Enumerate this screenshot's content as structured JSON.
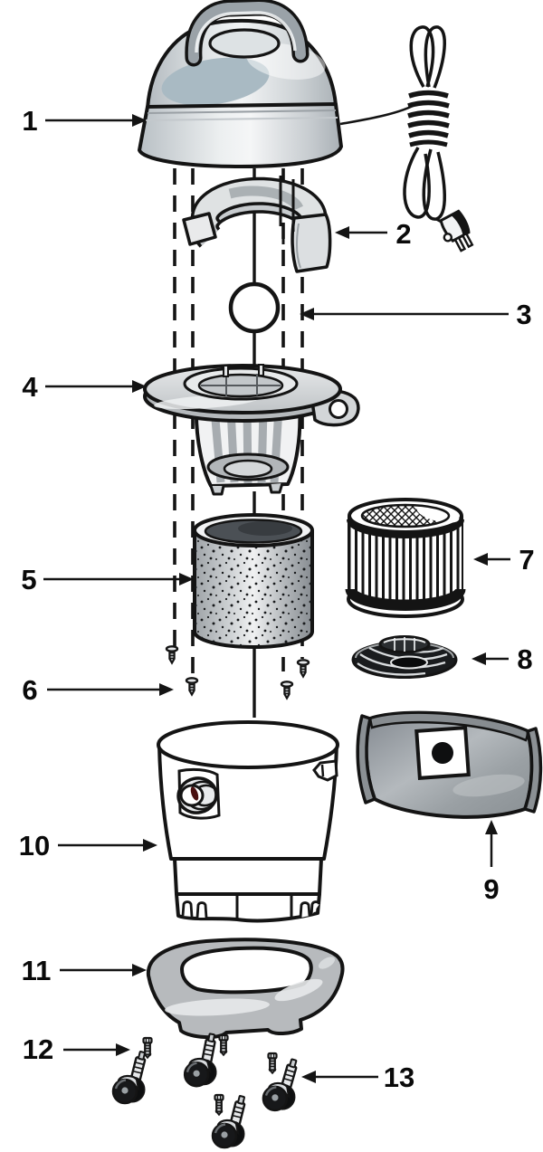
{
  "diagram": {
    "callouts": [
      {
        "label": "1"
      },
      {
        "label": "2"
      },
      {
        "label": "3"
      },
      {
        "label": "4"
      },
      {
        "label": "5"
      },
      {
        "label": "6"
      },
      {
        "label": "7"
      },
      {
        "label": "8"
      },
      {
        "label": "9"
      },
      {
        "label": "10"
      },
      {
        "label": "11"
      },
      {
        "label": "12"
      },
      {
        "label": "13"
      }
    ],
    "colors": {
      "outline": "#141414",
      "light_gray": "#d9dcde",
      "mid_gray": "#9aa2a8",
      "blue_gray_sheen": "#a9bac3",
      "bag_gray": "#9aa0a4",
      "background": "#ffffff"
    }
  }
}
